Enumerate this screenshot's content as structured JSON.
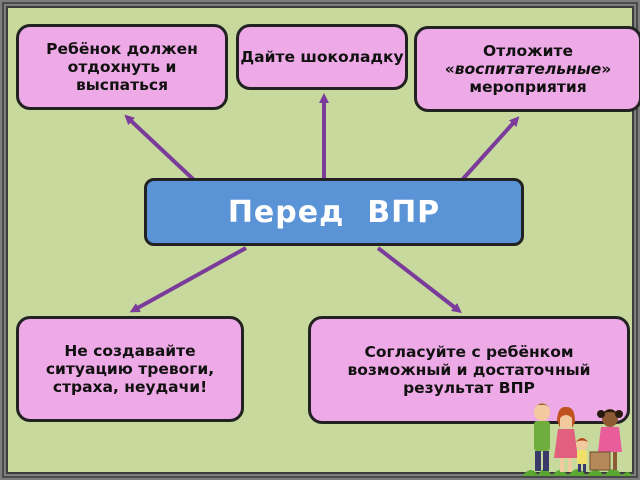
{
  "center": {
    "label": "Перед  ВПР"
  },
  "boxes": {
    "rest": "Ребёнок должен отдохнуть и выспаться",
    "chocolate": "Дайте шоколадку",
    "postpone": {
      "before": "Отложите «",
      "italic": "воспитательные",
      "after": "» мероприятия"
    },
    "stress": "Не создавайте ситуацию тревоги, страха, неудачи!",
    "agree": "Согласуйте с ребёнком возможный и достаточный результат ВПР"
  },
  "colors": {
    "background": "#c7d99c",
    "box_fill": "#eeaae6",
    "center_fill": "#5b93d7",
    "arrow": "#7b3b9b"
  },
  "decoration": {
    "clipart": "family-clipart"
  }
}
